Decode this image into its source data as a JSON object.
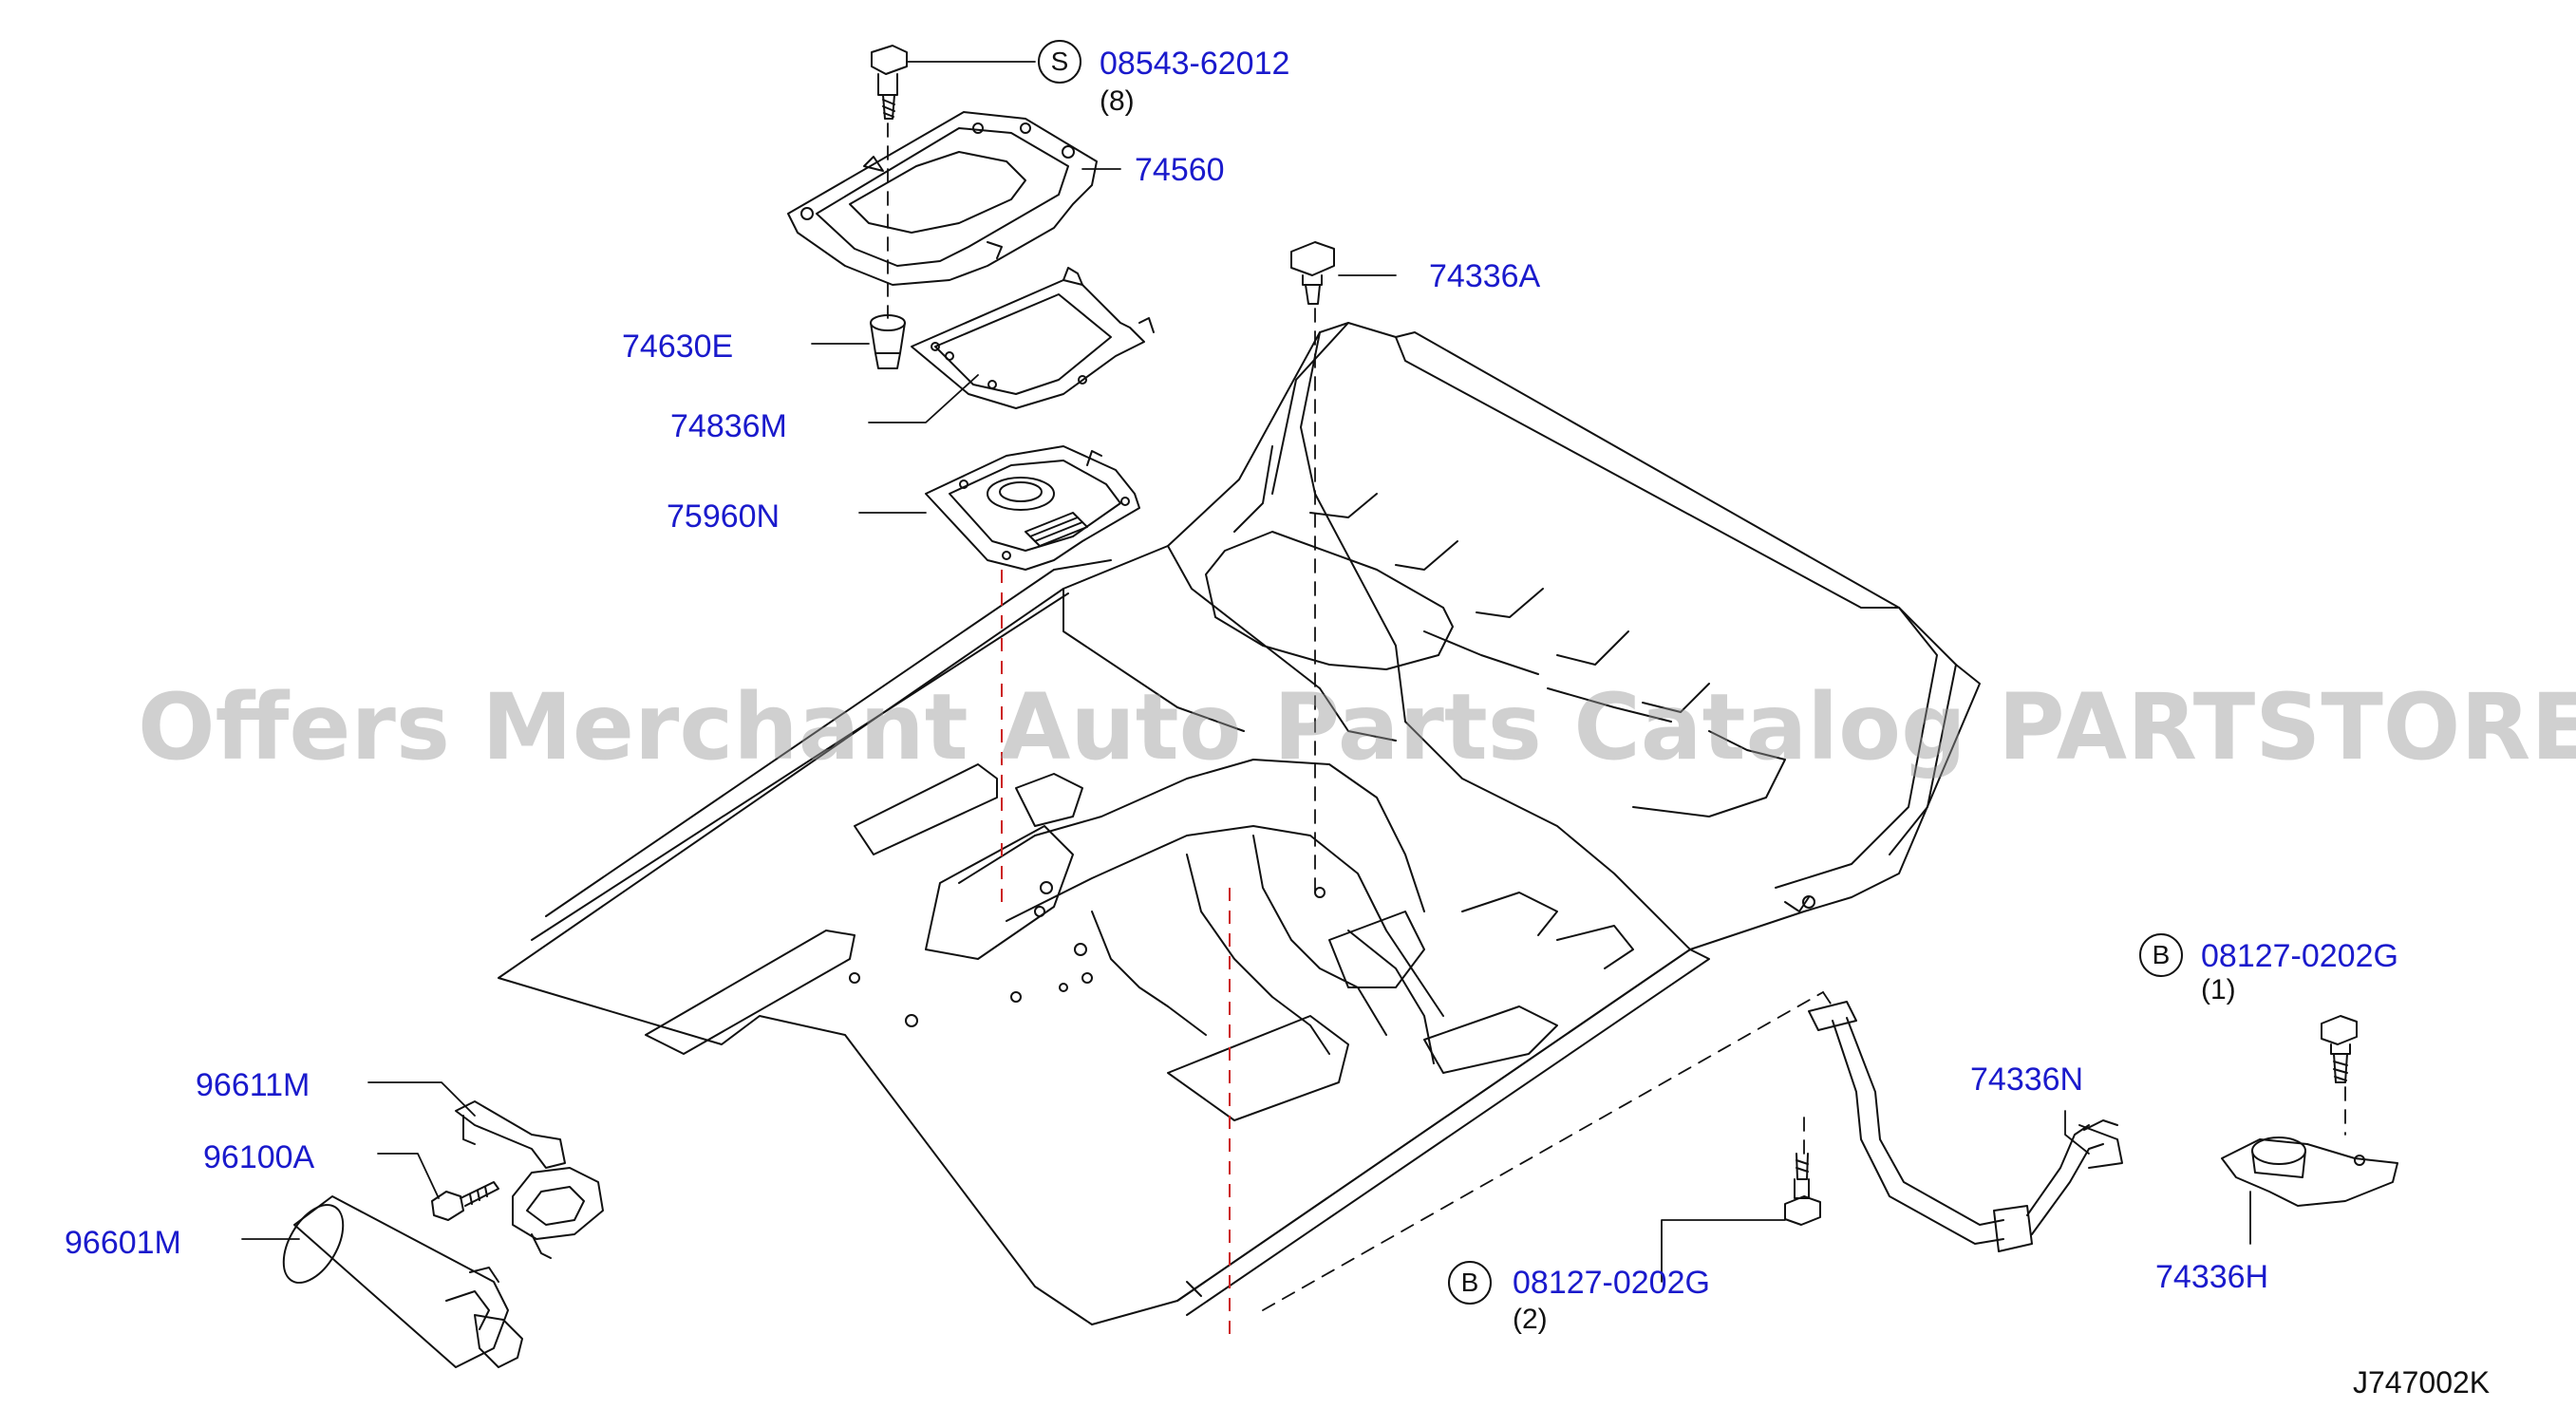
{
  "parts": [
    {
      "id": "s_bolt",
      "number": "08543-62012",
      "symbol": "S",
      "qty": "(8)"
    },
    {
      "id": "cover",
      "number": "74560"
    },
    {
      "id": "bolt_a",
      "number": "74336A"
    },
    {
      "id": "clip_e",
      "number": "74630E"
    },
    {
      "id": "seal_m",
      "number": "74836M"
    },
    {
      "id": "plate_n",
      "number": "75960N"
    },
    {
      "id": "bracket_m",
      "number": "96611M"
    },
    {
      "id": "screw_a",
      "number": "96100A"
    },
    {
      "id": "canister",
      "number": "96601M"
    },
    {
      "id": "b_bolt_1",
      "number": "08127-0202G",
      "symbol": "B",
      "qty": "(1)"
    },
    {
      "id": "bar_n",
      "number": "74336N"
    },
    {
      "id": "bracket_h",
      "number": "74336H"
    },
    {
      "id": "b_bolt_2",
      "number": "08127-0202G",
      "symbol": "B",
      "qty": "(2)"
    }
  ],
  "watermark": "Offers Merchant Auto Parts Catalog PARTSTORE.SA",
  "diagram_code": "J747002K",
  "colors": {
    "label": "#1a1acc",
    "line": "#111111",
    "red_dash": "#cc2222"
  }
}
